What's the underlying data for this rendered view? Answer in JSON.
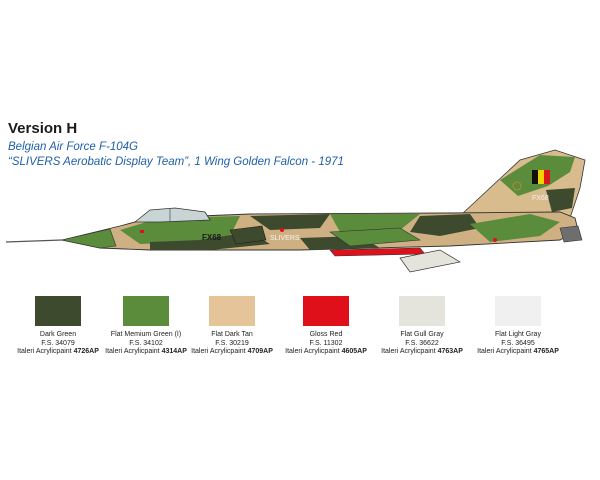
{
  "version": {
    "title": "Version H"
  },
  "subtitle": {
    "line1": "Belgian Air Force F-104G",
    "line2": "“SLIVERS Aerobatic Display Team”, 1 Wing Golden Falcon - 1971"
  },
  "aircraft": {
    "markings": {
      "serial": "FX68",
      "team_name": "SLIVERS",
      "tail_code": "FX68"
    }
  },
  "colors": [
    {
      "name": "Dark Green",
      "fs": "F.S. 34079",
      "prefix": "Italeri Acrylicpaint",
      "code": "4726AP",
      "hex": "#3d4a2e"
    },
    {
      "name": "Flat Memium Green (I)",
      "fs": "F.S. 34102",
      "prefix": "Italeri Acrylicpaint",
      "code": "4314AP",
      "hex": "#5a8c3c"
    },
    {
      "name": "Flat Dark Tan",
      "fs": "F.S. 30219",
      "prefix": "Italeri Acrylicpaint",
      "code": "4709AP",
      "hex": "#e6c49a"
    },
    {
      "name": "Gloss Red",
      "fs": "F.S. 11302",
      "prefix": "Italeri Acrylicpaint",
      "code": "4605AP",
      "hex": "#e0101a"
    },
    {
      "name": "Flat Gull Gray",
      "fs": "F.S. 36622",
      "prefix": "Italeri Acrylicpaint",
      "code": "4763AP",
      "hex": "#e4e4dc"
    },
    {
      "name": "Flat Light Gray",
      "fs": "F.S. 36495",
      "prefix": "Italeri Acrylicpaint",
      "code": "4765AP",
      "hex": "#f0f0f0"
    }
  ]
}
